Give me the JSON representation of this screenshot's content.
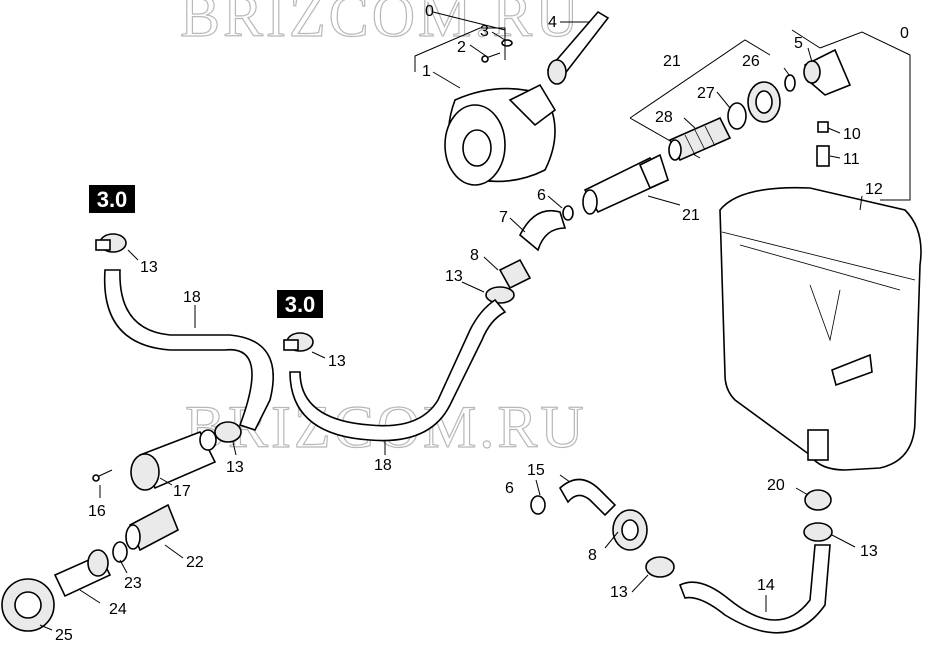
{
  "watermarks": [
    "BRIZCOM.RU",
    "BRIZCOM.RU"
  ],
  "badges": [
    "3.0",
    "3.0"
  ],
  "labels": {
    "l0a": "0",
    "l0b": "0",
    "l1": "1",
    "l2": "2",
    "l3": "3",
    "l4": "4",
    "l5": "5",
    "l6a": "6",
    "l6b": "6",
    "l7": "7",
    "l8a": "8",
    "l8b": "8",
    "l10": "10",
    "l11": "11",
    "l12": "12",
    "l13a": "13",
    "l13b": "13",
    "l13c": "13",
    "l13d": "13",
    "l13e": "13",
    "l13f": "13",
    "l14": "14",
    "l15": "15",
    "l16": "16",
    "l17": "17",
    "l18a": "18",
    "l18b": "18",
    "l20": "20",
    "l21a": "21",
    "l21b": "21",
    "l22": "22",
    "l23": "23",
    "l24": "24",
    "l25": "25",
    "l26": "26",
    "l27": "27",
    "l28": "28"
  }
}
